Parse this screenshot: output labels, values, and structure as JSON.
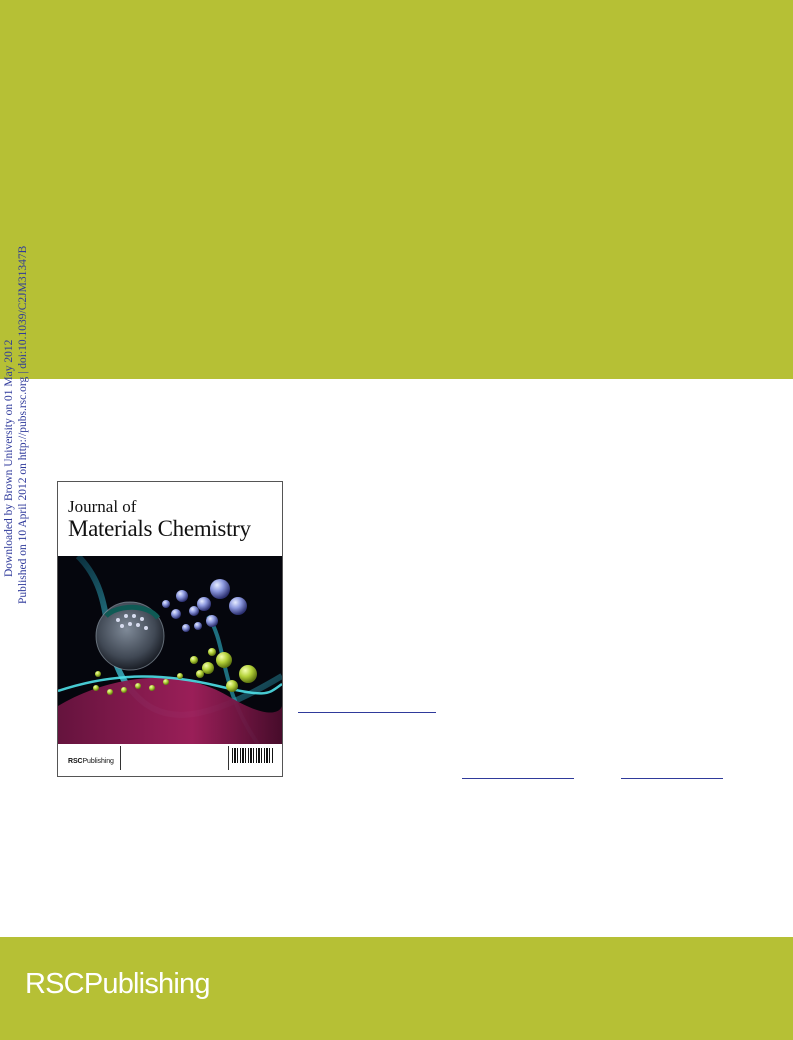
{
  "stamps": {
    "downloaded": "Downloaded by Brown University on 01 May 2012",
    "published": "Published on 10 April 2012 on http://pubs.rsc.org | doi:10.1039/C2JM31347B"
  },
  "cover": {
    "title_line1": "Journal of",
    "title_line2": "Materials Chemistry",
    "publisher_bold": "RSC",
    "publisher_rest": "Publishing"
  },
  "footer": {
    "logo_rsc": "RSC",
    "logo_publishing": "Publishing"
  },
  "colors": {
    "band": "#b6c035",
    "stamp_text": "#2f3a9b",
    "footer_text": "#ffffff"
  }
}
